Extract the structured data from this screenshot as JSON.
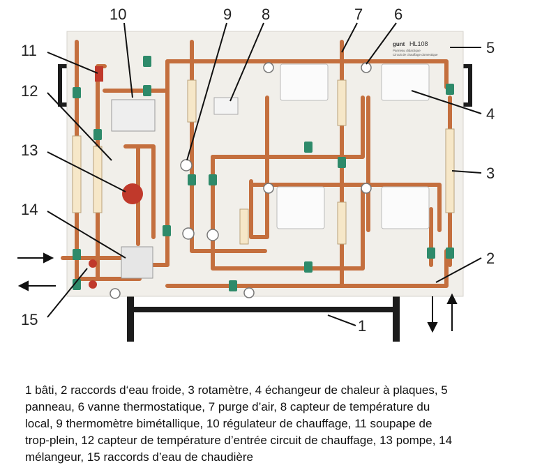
{
  "panel": {
    "brand": "gunt",
    "model": "HL108",
    "subtitle1": "Panneau didactique",
    "subtitle2": "Circuit de chauffage domestique"
  },
  "labels": [
    "1",
    "2",
    "3",
    "4",
    "5",
    "6",
    "7",
    "8",
    "9",
    "10",
    "11",
    "12",
    "13",
    "14",
    "15"
  ],
  "caption_lines": [
    "1 bâti, 2 raccords d‘eau froide, 3 rotamètre, 4 échangeur de chaleur à plaques, 5",
    "panneau, 6 vanne thermostatique, 7 purge d’air, 8 capteur de température du",
    "local, 9 thermomètre bimétallique, 10 régulateur de chauffage, 11 soupape de",
    "trop-plein, 12 capteur de température d’entrée circuit de chauffage, 13 pompe, 14",
    "mélangeur, 15 raccords d’eau de chaudière"
  ],
  "colors": {
    "copper": "#c46f3e",
    "clip": "#2e8a6a",
    "panel": "#f1efea",
    "frame": "#1c1c1c",
    "pump": "#c0392b"
  }
}
